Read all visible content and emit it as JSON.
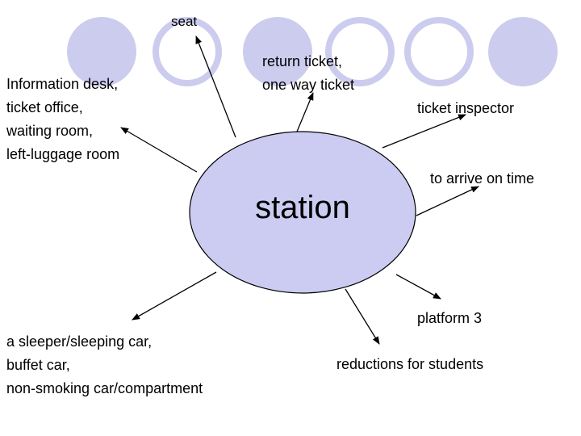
{
  "colors": {
    "circle_fill": "#ccccee",
    "circle_outline": "#ccccee",
    "hub_fill": "#ccccf2",
    "hub_stroke": "#000000",
    "arrow": "#000000",
    "text": "#000000"
  },
  "hub": {
    "label": "station"
  },
  "decor_circles": [
    {
      "style": "filled"
    },
    {
      "style": "outline"
    },
    {
      "style": "filled"
    },
    {
      "style": "outline"
    },
    {
      "style": "outline"
    },
    {
      "style": "filled"
    }
  ],
  "labels": {
    "seat": [
      "seat"
    ],
    "tickets": [
      "return ticket,",
      "one way ticket"
    ],
    "places": [
      "Information desk,",
      "ticket office,",
      "waiting room,",
      "left-luggage room"
    ],
    "inspector": [
      "ticket inspector"
    ],
    "arrive": [
      "to arrive on time"
    ],
    "platform": [
      "platform 3"
    ],
    "reductions": [
      "reductions for students"
    ],
    "cars": [
      "a sleeper/sleeping car,",
      "buffet car,",
      "non-smoking car/compartment"
    ]
  }
}
